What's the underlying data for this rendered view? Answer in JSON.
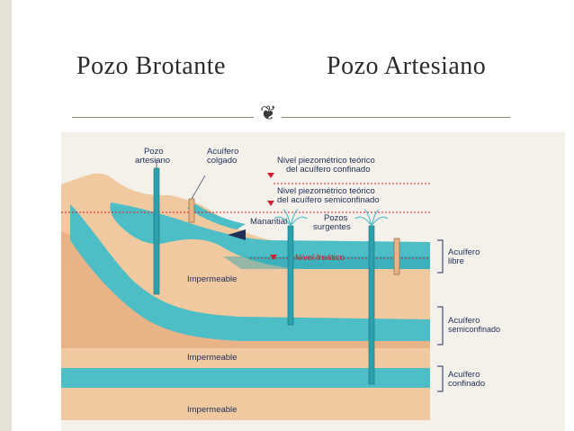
{
  "slide": {
    "title_left": "Pozo Brotante",
    "title_right": "Pozo Artesiano",
    "ornament_icon": "scroll-flourish-icon"
  },
  "diagram": {
    "labels": {
      "pozo_artesiano_1": "Pozo",
      "pozo_artesiano_2": "artesiano",
      "acuifero_colgado_1": "Acuífero",
      "acuifero_colgado_2": "colgado",
      "nivel_confinado_1": "Nivel piezométrico teórico",
      "nivel_confinado_2": "del acuífero confinado",
      "nivel_semiconfinado_1": "Nivel piezométrico teórico",
      "nivel_semiconfinado_2": "del acuífero semiconfinado",
      "manantial": "Manantial",
      "pozos_surgentes_1": "Pozos",
      "pozos_surgentes_2": "surgentes",
      "nivel_freatico": "Nivel freático",
      "impermeable_1": "Impermeable",
      "impermeable_2": "Impermeable",
      "impermeable_3": "Impermeable",
      "acuifero_libre_1": "Acuífero",
      "acuifero_libre_2": "libre",
      "acuifero_semi_1": "Acuífero",
      "acuifero_semi_2": "semiconfinado",
      "acuifero_confinado_1": "Acuífero",
      "acuifero_confinado_2": "confinado"
    },
    "colors": {
      "sky": "#f4f0ea",
      "ground_light": "#f0c9a0",
      "ground": "#e8b487",
      "aquifer": "#4dbdc6",
      "aquifer_dark": "#2aa1ad",
      "label": "#1f2f5a",
      "red": "#d0202a"
    }
  }
}
